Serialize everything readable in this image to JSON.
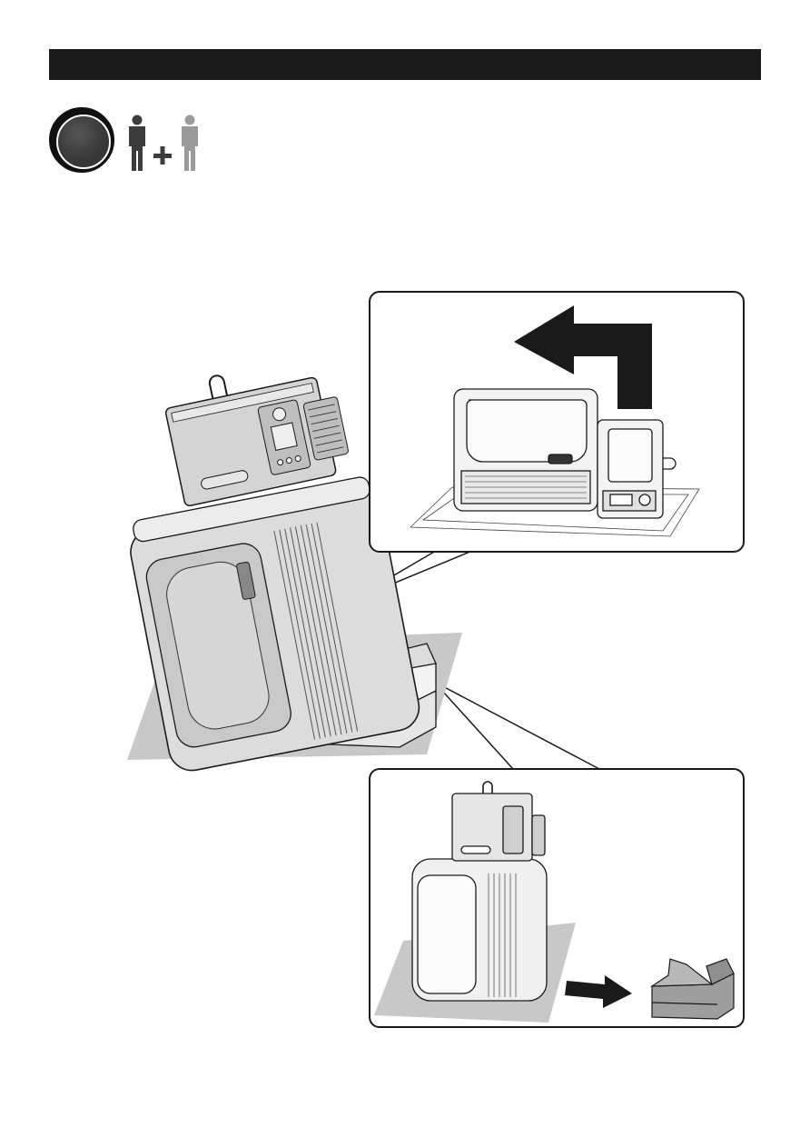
{
  "page": {
    "header_text": "",
    "step_number": ""
  },
  "crew": {
    "people_count": 2,
    "person_icons": [
      "person-dark-icon",
      "person-light-icon"
    ],
    "operator_icon": "plus-icon"
  },
  "figures": {
    "main": "unit-tilted-off-packaging",
    "top_callout": "unit-moved-forward-and-left",
    "bottom_callout": "packaging-base-removed"
  },
  "icons": [
    "move-arrow-icon",
    "push-arrow-icon"
  ],
  "colors": {
    "header": "#1a1a1a",
    "step_badge": "#3a3a3a",
    "person_dark": "#3c3c3c",
    "person_light": "#9a9a9a",
    "floor": "#c8c8c8",
    "outline": "#1a1a1a"
  }
}
